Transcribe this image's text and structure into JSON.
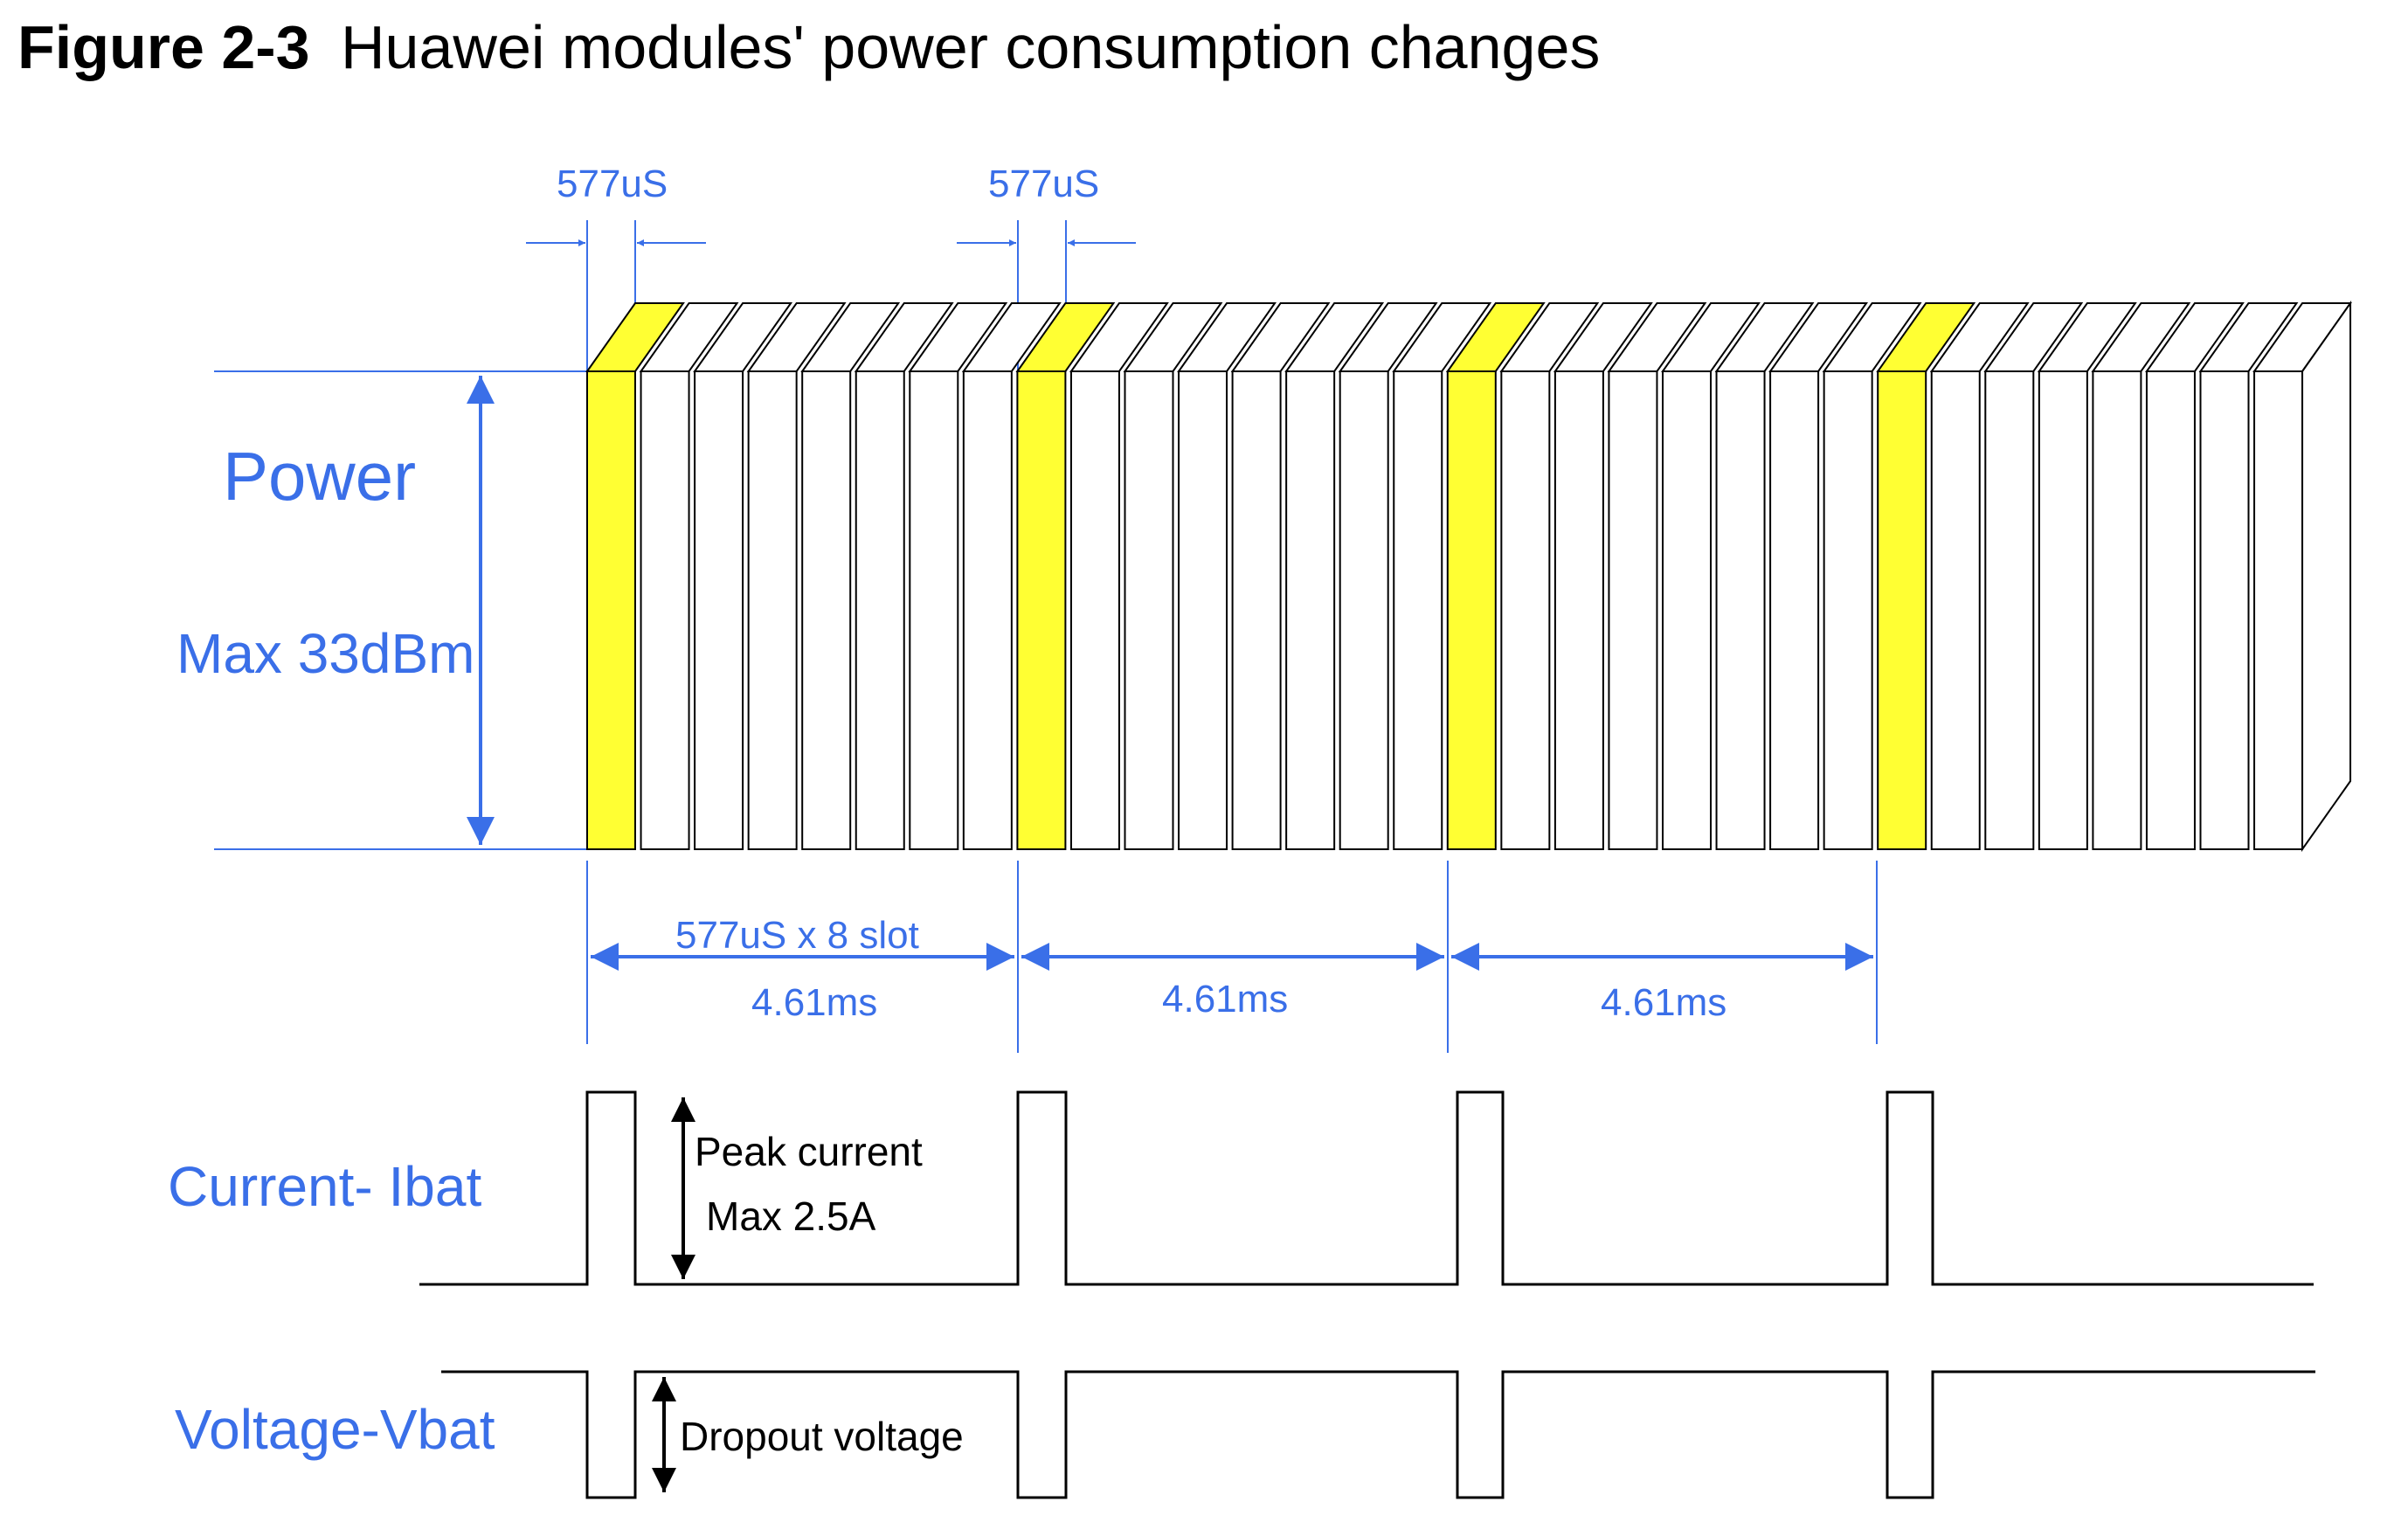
{
  "caption": {
    "number": "Figure 2-3",
    "title": "Huawei modules' power consumption changes"
  },
  "labels": {
    "power": "Power",
    "max_power": "Max 33dBm",
    "current": "Current- Ibat",
    "voltage": "Voltage-Vbat",
    "slot_width_1": "577uS",
    "slot_width_2": "577uS",
    "frame_slots": "577uS x 8 slot",
    "frame_1": "4.61ms",
    "frame_2": "4.61ms",
    "frame_3": "4.61ms",
    "peak_current": "Peak current",
    "max_current": "Max 2.5A",
    "dropout": "Dropout voltage"
  },
  "colors": {
    "accent": "#3a6fe8",
    "active_slot": "#ffff33",
    "idle_slot": "#ffffff",
    "line": "#000000"
  },
  "slots": {
    "total": 32,
    "per_frame": 8,
    "active_indices": [
      0,
      8,
      16,
      24
    ]
  }
}
